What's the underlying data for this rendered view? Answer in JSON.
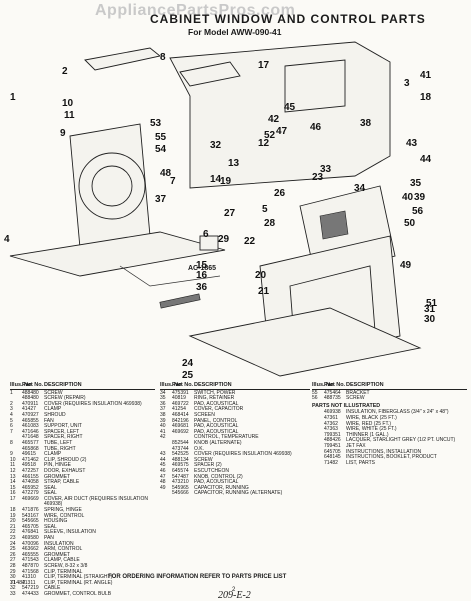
{
  "watermark": "AppliancePartsPros.com",
  "title": "CABINET WINDOW AND CONTROL PARTS",
  "subtitle": "For Model AWW-090-41",
  "tref": "AC-1865",
  "callouts": [
    "1",
    "2",
    "3",
    "4",
    "5",
    "6",
    "7",
    "8",
    "9",
    "10",
    "11",
    "12",
    "13",
    "14",
    "15",
    "16",
    "17",
    "18",
    "19",
    "20",
    "21",
    "22",
    "23",
    "24",
    "25",
    "26",
    "27",
    "28",
    "29",
    "30",
    "31",
    "32",
    "33",
    "34",
    "35",
    "36",
    "37",
    "38",
    "39",
    "40",
    "41",
    "42",
    "43",
    "44",
    "45",
    "46",
    "47",
    "48",
    "49",
    "50",
    "51",
    "52",
    "53",
    "54",
    "55",
    "56"
  ],
  "headers": {
    "no": "Illus. No.",
    "part": "Part No.",
    "desc": "DESCRIPTION"
  },
  "list1": [
    {
      "no": "1",
      "part": "488480",
      "desc": "SCREW"
    },
    {
      "no": "",
      "part": "488480",
      "desc": "SCREW (REPAIR)"
    },
    {
      "no": "2",
      "part": "470911",
      "desc": "COVER (REQUIRES INSULATION 469938)"
    },
    {
      "no": "3",
      "part": "41427",
      "desc": "CLAMP"
    },
    {
      "no": "4",
      "part": "470927",
      "desc": "SHROUD"
    },
    {
      "no": "5",
      "part": "465855",
      "desc": "FAN"
    },
    {
      "no": "6",
      "part": "461083",
      "desc": "SUPPORT, UNIT"
    },
    {
      "no": "7",
      "part": "471646",
      "desc": "SPACER, LEFT"
    },
    {
      "no": "",
      "part": "471648",
      "desc": "SPACER, RIGHT"
    },
    {
      "no": "8",
      "part": "465577",
      "desc": "TUBE, LEFT"
    },
    {
      "no": "",
      "part": "465868",
      "desc": "TUBE, RIGHT"
    },
    {
      "no": "9",
      "part": "49615",
      "desc": "CLAMP"
    },
    {
      "no": "10",
      "part": "471462",
      "desc": "CLIP, SHROUD (2)"
    },
    {
      "no": "11",
      "part": "49518",
      "desc": "PIN, HINGE"
    },
    {
      "no": "12",
      "part": "472257",
      "desc": "DOOR, EXHAUST"
    },
    {
      "no": "13",
      "part": "466155",
      "desc": "GROMMET"
    },
    {
      "no": "14",
      "part": "474058",
      "desc": "STRAP, CABLE"
    },
    {
      "no": "15",
      "part": "465952",
      "desc": "SEAL"
    },
    {
      "no": "16",
      "part": "472279",
      "desc": "SEAL"
    },
    {
      "no": "17",
      "part": "469669",
      "desc": "COVER, AIR DUCT (REQUIRES INSULATION 469938)"
    },
    {
      "no": "18",
      "part": "471876",
      "desc": "SPRING, HINGE"
    },
    {
      "no": "19",
      "part": "543167",
      "desc": "WIRE, CONTROL"
    },
    {
      "no": "20",
      "part": "545665",
      "desc": "HOUSING"
    },
    {
      "no": "21",
      "part": "465705",
      "desc": "SEAL"
    },
    {
      "no": "22",
      "part": "476841",
      "desc": "SLEEVE, INSULATION"
    },
    {
      "no": "23",
      "part": "469580",
      "desc": "PAN"
    },
    {
      "no": "24",
      "part": "470096",
      "desc": "INSULATION"
    },
    {
      "no": "25",
      "part": "463662",
      "desc": "ARM, CONTROL"
    },
    {
      "no": "26",
      "part": "465555",
      "desc": "GROMMET"
    },
    {
      "no": "27",
      "part": "471543",
      "desc": "CLAMP, CABLE"
    },
    {
      "no": "28",
      "part": "487870",
      "desc": "SCREW, 8-32 x 3/8"
    },
    {
      "no": "29",
      "part": "471568",
      "desc": "CLIP, TERMINAL"
    },
    {
      "no": "30",
      "part": "41310",
      "desc": "CLIP, TERMINAL (STRAIGHT)"
    },
    {
      "no": "31",
      "part": "41311",
      "desc": "CLIP, TERMINAL (RT. ANGLE)"
    },
    {
      "no": "32",
      "part": "547219",
      "desc": "CABLE"
    },
    {
      "no": "33",
      "part": "474433",
      "desc": "GROMMET, CONTROL BULB"
    }
  ],
  "list2": [
    {
      "no": "34",
      "part": "475391",
      "desc": "SWITCH, POWER"
    },
    {
      "no": "35",
      "part": "40819",
      "desc": "RING, RETAINER"
    },
    {
      "no": "36",
      "part": "469722",
      "desc": "PAD, ACOUSTICAL"
    },
    {
      "no": "37",
      "part": "41254",
      "desc": "COVER, CAPACITOR"
    },
    {
      "no": "38",
      "part": "468414",
      "desc": "SCREEN"
    },
    {
      "no": "39",
      "part": "842196",
      "desc": "PANEL, CONTROL"
    },
    {
      "no": "40",
      "part": "469681",
      "desc": "PAD, ACOUSTICAL"
    },
    {
      "no": "41",
      "part": "469692",
      "desc": "PAD, ACOUSTICAL"
    },
    {
      "no": "42",
      "part": "",
      "desc": "CONTROL, TEMPERATURE"
    },
    {
      "no": "",
      "part": "852544",
      "desc": "KNOB (ALTERNATE)"
    },
    {
      "no": "",
      "part": "473744",
      "desc": "O.K."
    },
    {
      "no": "43",
      "part": "542525",
      "desc": "COVER (REQUIRES INSULATION 469938)"
    },
    {
      "no": "44",
      "part": "488134",
      "desc": "SCREW"
    },
    {
      "no": "45",
      "part": "469575",
      "desc": "SPACER (2)"
    },
    {
      "no": "46",
      "part": "645574",
      "desc": "ESCUTCHEON"
    },
    {
      "no": "47",
      "part": "547487",
      "desc": "KNOB, CONTROL (2)"
    },
    {
      "no": "48",
      "part": "473210",
      "desc": "PAD, ACOUSTICAL"
    },
    {
      "no": "49",
      "part": "545965",
      "desc": "CAPACITOR, RUNNING"
    },
    {
      "no": "",
      "part": "545666",
      "desc": "CAPACITOR, RUNNING (ALTERNATE)"
    }
  ],
  "list3": [
    {
      "no": "55",
      "part": "475464",
      "desc": "BRACKET"
    },
    {
      "no": "56",
      "part": "488735",
      "desc": "SCREW"
    }
  ],
  "notillustrated": "PARTS NOT ILLUSTRATED",
  "list3b": [
    {
      "no": "",
      "part": "469938",
      "desc": "INSULATION, FIBERGLASS (3/4\" x 24\" x 48\")"
    },
    {
      "no": "",
      "part": "47361",
      "desc": "WIRE, BLACK (25 FT.)"
    },
    {
      "no": "",
      "part": "47362",
      "desc": "WIRE, RED (25 FT.)"
    },
    {
      "no": "",
      "part": "47363",
      "desc": "WIRE, WHITE (25 FT.)"
    },
    {
      "no": "",
      "part": "799351",
      "desc": "THINNER (1 GAL.)"
    },
    {
      "no": "",
      "part": "488426",
      "desc": "LACQUER, STARLIGHT GREY (1/2 PT. UNCUT)"
    },
    {
      "no": "",
      "part": "799451",
      "desc": "JET FAX"
    },
    {
      "no": "",
      "part": "645705",
      "desc": "INSTRUCTIONS, INSTALLATION"
    },
    {
      "no": "",
      "part": "648145",
      "desc": "INSTRUCTIONS, BOOKLET, PRODUCT"
    },
    {
      "no": "",
      "part": "71482",
      "desc": "LIST, PARTS"
    }
  ],
  "ordering": "FOR ORDERING INFORMATION REFER TO PARTS PRICE LIST",
  "code": "71482",
  "page": "2",
  "handwritten": "209-E-2"
}
